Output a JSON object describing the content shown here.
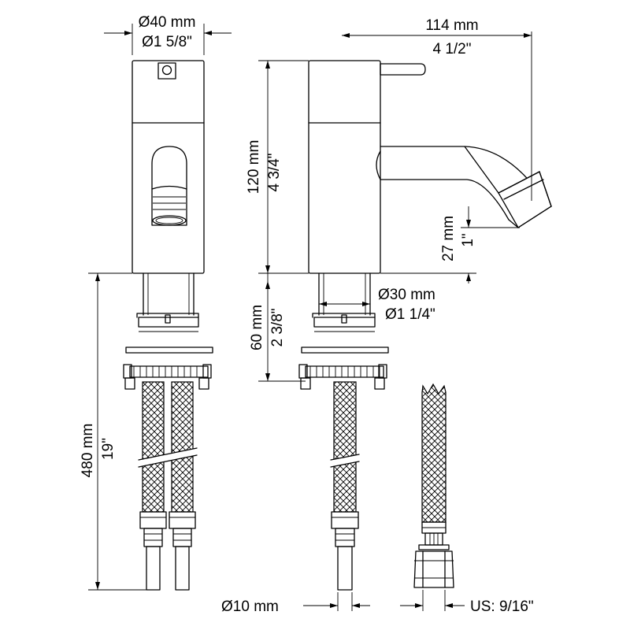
{
  "dimensions": {
    "body_diameter": {
      "metric": "Ø40 mm",
      "imperial": "Ø1 5/8\""
    },
    "spout_reach": {
      "metric": "114 mm",
      "imperial": "4 1/2\""
    },
    "body_height": {
      "metric": "120 mm",
      "imperial": "4 3/4\""
    },
    "spout_height": {
      "metric": "27 mm",
      "imperial": "1\""
    },
    "shank_diameter": {
      "metric": "Ø30 mm",
      "imperial": "Ø1 1/4\""
    },
    "shank_length": {
      "metric": "60 mm",
      "imperial": "2 3/8\""
    },
    "hose_length": {
      "metric": "480 mm",
      "imperial": "19\""
    },
    "hose_end_diameter": {
      "metric": "Ø10 mm"
    },
    "connector_size": {
      "imperial": "US: 9/16\""
    }
  }
}
